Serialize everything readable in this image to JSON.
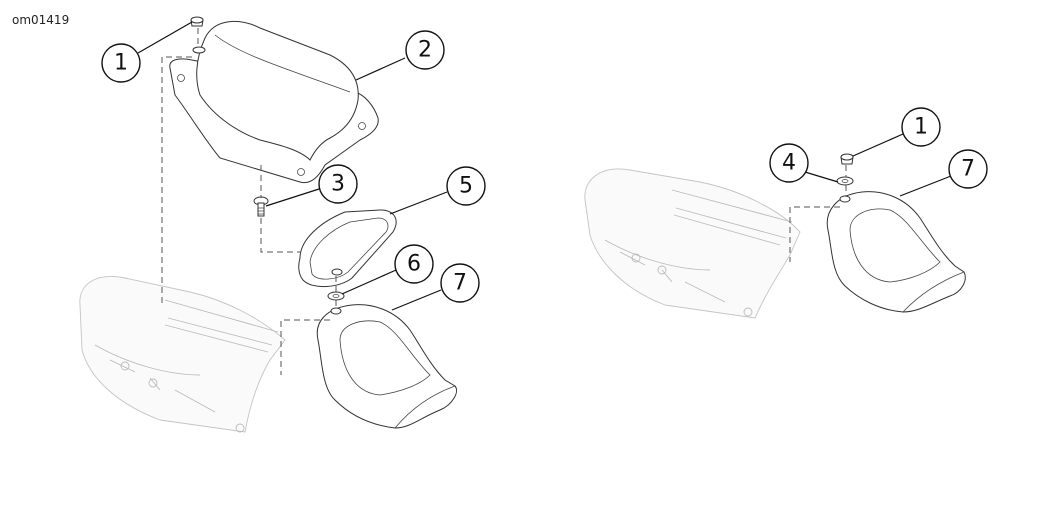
{
  "figure_id": "om01419",
  "callouts": {
    "left_1": "1",
    "left_2": "2",
    "left_3": "3",
    "left_5": "5",
    "left_6": "6",
    "left_7": "7",
    "right_1": "1",
    "right_4": "4",
    "right_7": "7"
  }
}
